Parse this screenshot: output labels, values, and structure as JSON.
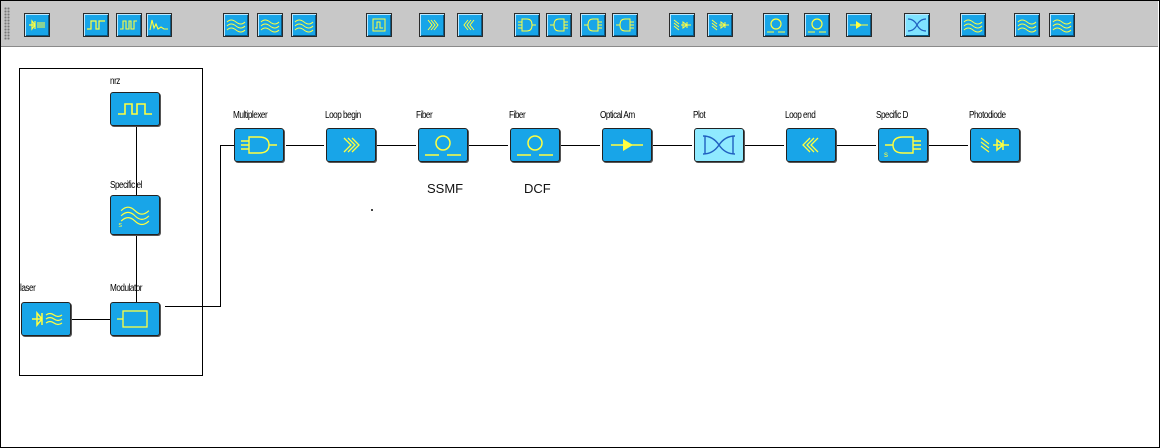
{
  "toolbar": {
    "buttons": [
      {
        "name": "laser-icon"
      },
      {
        "name": "nrz-pulse-icon"
      },
      {
        "name": "rz-pulse-icon"
      },
      {
        "name": "noise-source-icon"
      },
      {
        "name": "filter-icon"
      },
      {
        "name": "filter-2-icon"
      },
      {
        "name": "filter-3-icon"
      },
      {
        "name": "modulator-icon"
      },
      {
        "name": "loop-begin-icon"
      },
      {
        "name": "loop-end-icon"
      },
      {
        "name": "multiplexer-icon"
      },
      {
        "name": "demultiplexer-icon"
      },
      {
        "name": "specific-demux-icon"
      },
      {
        "name": "demux-2-icon"
      },
      {
        "name": "photodiode-icon"
      },
      {
        "name": "photodiode-2-icon"
      },
      {
        "name": "fiber-icon"
      },
      {
        "name": "fiber-2-icon"
      },
      {
        "name": "optical-amplifier-icon"
      },
      {
        "name": "eye-plot-icon"
      },
      {
        "name": "filter-4-icon"
      },
      {
        "name": "filter-5-icon"
      },
      {
        "name": "filter-6-icon"
      }
    ]
  },
  "diagram": {
    "blocks": {
      "nrz": "nrz",
      "specific_el": "Specific el",
      "laser": "laser",
      "modulator": "Modulator",
      "multiplexer": "Multiplexer",
      "loop_begin": "Loop begin",
      "fiber1": "Fiber",
      "fiber2": "Fiber",
      "optical_amp": "Optical Am",
      "plot": "Plot",
      "loop_end": "Loop end",
      "specific_d": "Specific D",
      "photodiode": "Photodiode"
    },
    "annotations": {
      "ssmf": "SSMF",
      "dcf": "DCF"
    }
  },
  "colors": {
    "block": "#18a5e8",
    "block_light": "#8feaff",
    "symbol": "#ffff40",
    "toolbar": "#c8c8c8"
  }
}
